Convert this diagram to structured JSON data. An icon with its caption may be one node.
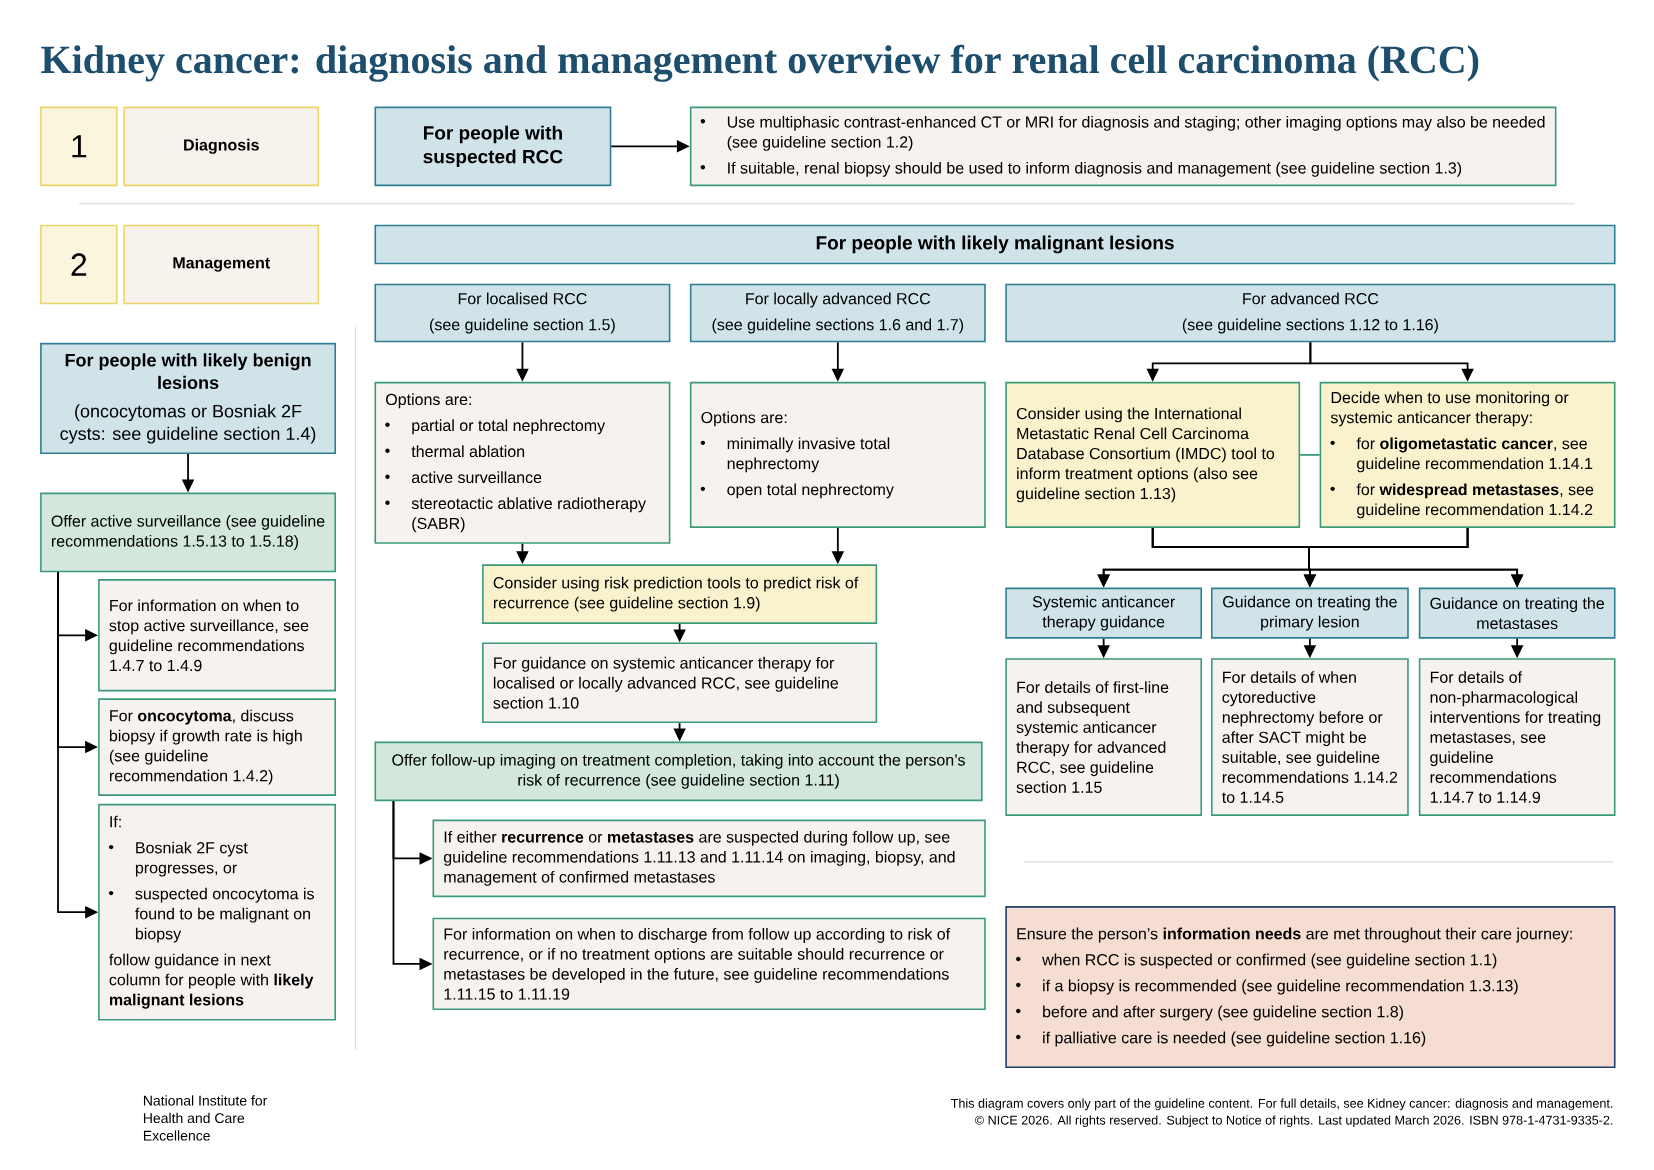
{
  "diagram": {
    "title": "Kidney cancer: diagnosis and management overview for renal cell carcinoma (RCC)",
    "nodes": [
      {
        "text": [
          "1"
        ]
      },
      {
        "text": [
          "Diagnosis"
        ]
      },
      {
        "text": [
          "For people with suspected RCC"
        ]
      },
      {
        "text": [
          "Use multiphasic contrast-enhanced CT or MRI for diagnosis and staging; other imaging options may also be needed (see guideline section 1.2)",
          "If suitable, renal biopsy should be used to inform diagnosis and management (see guideline section 1.3)"
        ]
      },
      {
        "text": [
          "2"
        ]
      },
      {
        "text": [
          "Management"
        ]
      },
      {
        "text": [
          "For people with likely benign lesions",
          "(oncocytomas or Bosniak 2F cysts: see guideline section 1.4)"
        ]
      },
      {
        "text": [
          "Offer active surveillance (see guideline recommendations 1.5.13 to 1.5.18)"
        ]
      },
      {
        "text": [
          "For information on when to stop active surveillance, see guideline recommendations 1.4.7 to 1.4.9"
        ]
      },
      {
        "text": [
          "For **oncocytoma**, discuss biopsy if growth rate is high (see guideline recommendation 1.4.2)"
        ]
      },
      {
        "text": [
          "If:",
          "Bosniak 2F cyst progresses, or",
          "suspected oncocytoma is found to be malignant on biopsy",
          "follow guidance in next column for people with **likely malignant lesions**"
        ]
      },
      {
        "text": [
          "For people with likely malignant lesions"
        ]
      },
      {
        "text": [
          "For localised RCC",
          "(see guideline section 1.5)"
        ]
      },
      {
        "text": [
          "For locally advanced RCC",
          "(see guideline sections 1.6 and 1.7)"
        ]
      },
      {
        "text": [
          "For advanced RCC",
          "(see guideline sections 1.12 to 1.16)"
        ]
      },
      {
        "text": [
          "Options are:",
          "partial or total nephrectomy",
          "thermal ablation",
          "active surveillance",
          "stereotactic ablative radiotherapy (SABR)"
        ]
      },
      {
        "text": [
          "Options are:",
          "minimally invasive total nephrectomy",
          "open total nephrectomy"
        ]
      },
      {
        "text": [
          "Consider using the International Metastatic Renal Cell Carcinoma Database Consortium (IMDC) tool to inform treatment options (also see guideline section 1.13)"
        ]
      },
      {
        "text": [
          "Decide when to use monitoring or systemic anticancer therapy:",
          "for **oligometastatic cancer**, see guideline recommendation 1.14.1",
          "for **widespread metastases**, see guideline recommendation 1.14.2"
        ]
      },
      {
        "text": [
          "Consider using risk prediction tools to predict risk of recurrence (see guideline section 1.9)"
        ]
      },
      {
        "text": [
          "For guidance on systemic anticancer therapy for localised or locally advanced RCC, see guideline section 1.10"
        ]
      },
      {
        "text": [
          "Offer follow-up imaging on treatment completion, taking into account the person’s risk of recurrence (see guideline section 1.11)"
        ]
      },
      {
        "text": [
          "If either **recurrence** or **metastases** are suspected during follow up, see guideline recommendations 1.11.13 and 1.11.14 on imaging, biopsy, and management of confirmed metastases"
        ]
      },
      {
        "text": [
          "For information on when to discharge from follow up according to risk of recurrence, or if no treatment options are suitable should recurrence or metastases be developed in the future, see guideline recommendations 1.11.15 to 1.11.19"
        ]
      },
      {
        "text": [
          "Systemic anticancer therapy guidance"
        ]
      },
      {
        "text": [
          "Guidance on treating the primary lesion"
        ]
      },
      {
        "text": [
          "Guidance on treating the metastases"
        ]
      },
      {
        "text": [
          "For details of first-line and subsequent systemic anticancer therapy for advanced RCC, see guideline section 1.15"
        ]
      },
      {
        "text": [
          "For details of when cytoreductive nephrectomy before or after SACT might be suitable, see guideline recommendations 1.14.2 to 1.14.5"
        ]
      },
      {
        "text": [
          "For details of non-pharmacological interventions for treating metastases, see guideline recommendations 1.14.7 to 1.14.9"
        ]
      },
      {
        "text": [
          "Ensure the person’s **information needs** are met throughout their care journey:",
          "when RCC is suspected or confirmed (see guideline section 1.1)",
          "if a biopsy is recommended (see guideline recommendation 1.3.13)",
          "before and after surgery (see guideline section 1.8)",
          "if palliative care is needed (see guideline section 1.16)"
        ]
      }
    ],
    "edges": [
      {
        "from": 2,
        "to": 3,
        "arrow": "to"
      },
      {
        "from": 6,
        "to": 7,
        "arrow": "to"
      },
      {
        "from": 7,
        "to": 8,
        "arrow": "to"
      },
      {
        "from": 7,
        "to": 9,
        "arrow": "to"
      },
      {
        "from": 7,
        "to": 10,
        "arrow": "to"
      },
      {
        "from": 12,
        "to": 15,
        "arrow": "to"
      },
      {
        "from": 13,
        "to": 16,
        "arrow": "to"
      },
      {
        "from": 14,
        "to": 17,
        "arrow": "to"
      },
      {
        "from": 14,
        "to": 18,
        "arrow": "to"
      },
      {
        "from": 17,
        "to": 18,
        "arrow": "none",
        "color": "#3b9b78"
      },
      {
        "from": 15,
        "to": 19,
        "arrow": "to"
      },
      {
        "from": 16,
        "to": 19,
        "arrow": "to"
      },
      {
        "from": 19,
        "to": 20,
        "arrow": "to"
      },
      {
        "from": 20,
        "to": 21,
        "arrow": "to"
      },
      {
        "from": 21,
        "to": 22,
        "arrow": "to"
      },
      {
        "from": 21,
        "to": 23,
        "arrow": "to"
      },
      {
        "from": 17,
        "to": 24,
        "arrow": "to"
      },
      {
        "from": 17,
        "to": 25,
        "arrow": "to"
      },
      {
        "from": 17,
        "to": 26,
        "arrow": "to"
      },
      {
        "from": 18,
        "to": 24,
        "arrow": "to"
      },
      {
        "from": 18,
        "to": 25,
        "arrow": "to"
      },
      {
        "from": 18,
        "to": 26,
        "arrow": "to"
      },
      {
        "from": 24,
        "to": 27,
        "arrow": "to"
      },
      {
        "from": 25,
        "to": 28,
        "arrow": "to"
      },
      {
        "from": 26,
        "to": 29,
        "arrow": "to"
      }
    ],
    "labels": [
      "National Institute for Health and Care Excellence",
      "This diagram covers only part of the guideline content. For full details, see Kidney cancer: diagnosis and management.",
      "© NICE 2026. All rights reserved. Subject to Notice of rights. Last updated March 2026. ISBN 978-1-4731-9335-2."
    ]
  }
}
